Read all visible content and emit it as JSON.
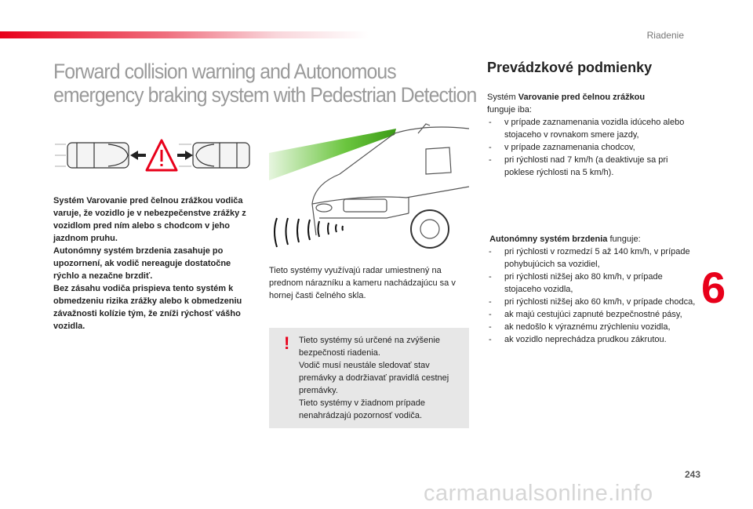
{
  "header": {
    "section": "Riadenie"
  },
  "title": {
    "line1": "Forward collision warning and Autonomous",
    "line2": "emergency braking system with Pedestrian Detection"
  },
  "left": {
    "bold_paragraphs": [
      "Systém Varovanie pred čelnou zrážkou vodiča varuje, že vozidlo je v nebezpečenstve zrážky z vozidlom pred ním alebo s chodcom v jeho jazdnom pruhu.",
      "Autonómny systém brzdenia zasahuje po upozornení, ak vodič nereaguje dostatočne rýchlo a nezačne brzdiť.",
      "Bez zásahu vodiča prispieva tento systém k obmedzeniu rizika zrážky alebo k obmedzeniu závažnosti kolízie tým, že zníži rýchosť vášho vozidla."
    ]
  },
  "middle": {
    "radar_text": "Tieto systémy využívajú radar umiestnený na prednom nárazníku a kameru nachádzajúcu sa v hornej časti čelného skla.",
    "warning": {
      "mark": "!",
      "lines": [
        "Tieto systémy sú určené na zvýšenie bezpečnosti riadenia.",
        "Vodič musí neustále sledovať stav premávky a dodržiavať pravidlá cestnej premávky.",
        "Tieto systémy v žiadnom prípade nenahrádzajú pozornosť vodiča."
      ]
    }
  },
  "right": {
    "heading": "Prevádzkové podmienky",
    "intro_prefix": "Systém ",
    "intro_bold": "Varovanie pred čelnou zrážkou",
    "intro_suffix": "funguje iba:",
    "fcw_conditions": [
      "v prípade zaznamenania vozidla idúceho alebo stojaceho v rovnakom smere jazdy,",
      "v prípade zaznamenania chodcov,",
      "pri rýchlosti nad 7 km/h (a deaktivuje sa pri poklese rýchlosti na 5 km/h)."
    ],
    "aeb_bold": "Autonómny systém brzdenia",
    "aeb_suffix": " funguje:",
    "aeb_conditions": [
      "pri rýchlosti v rozmedzí 5 až 140 km/h, v prípade pohybujúcich sa vozidiel,",
      "pri rýchlosti nižšej ako 80 km/h, v prípade stojaceho vozidla,",
      "pri rýchlosti nižšej ako 60 km/h, v prípade chodca,",
      "ak majú cestujúci zapnuté bezpečnostné pásy,",
      "ak nedošlo k výraznému zrýchleniu vozidla,",
      "ak vozidlo neprechádza prudkou zákrutou."
    ]
  },
  "chapter_number": "6",
  "page_number": "243",
  "watermark": "carmanualsonline.info",
  "colors": {
    "accent": "#e8001a",
    "title_gray": "#9a9a9a",
    "box_gray": "#e7e7e7",
    "beam_green": "#5bbf2a"
  }
}
